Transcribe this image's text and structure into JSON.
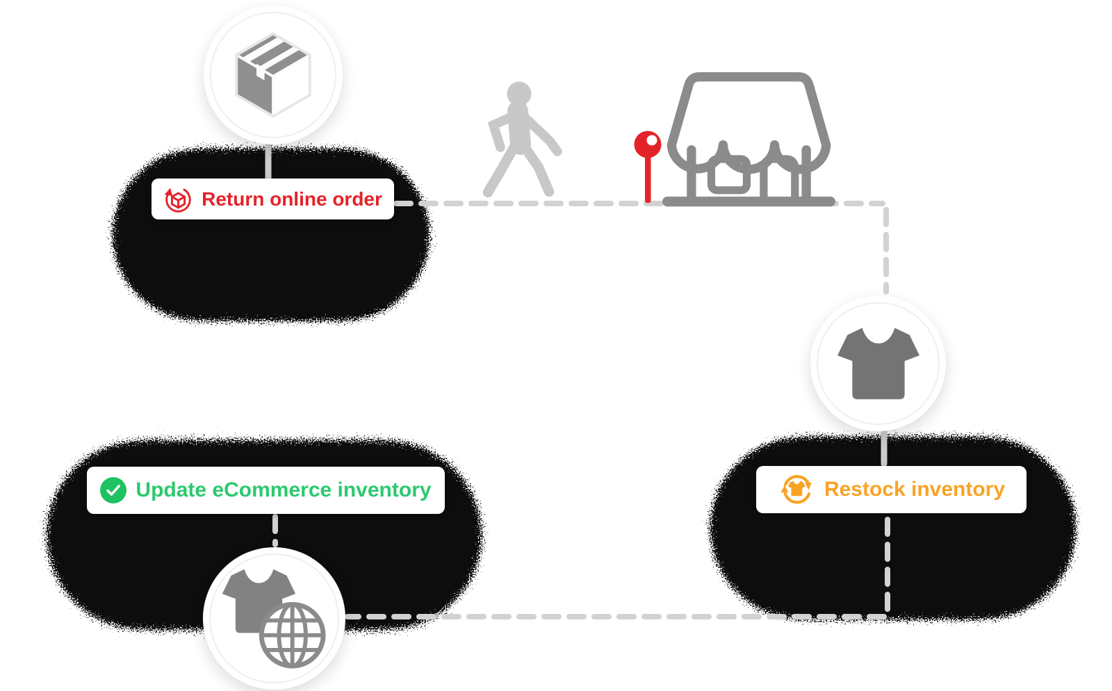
{
  "steps": {
    "return_order": {
      "label": "Return online order"
    },
    "update_ecommerce": {
      "label": "Update eCommerce inventory"
    },
    "restock": {
      "label": "Restock inventory"
    }
  },
  "colors": {
    "red": "#e42329",
    "orange": "#f9a326",
    "green": "#1fc261",
    "green-text": "#2cc96e",
    "dash": "#d2d2d2",
    "connector": "#cccccc",
    "icon-gray": "#8b8b8b",
    "person-gray": "#c8c8c8",
    "shirt-gray": "#747474",
    "shirt-gray-light": "#828282",
    "noise": "#101010"
  },
  "icons": {
    "package": "package-box-icon",
    "return": "return-order-icon",
    "check": "check-circle-icon",
    "restock": "restock-cycle-icon",
    "tshirt": "tshirt-icon",
    "tshirt_globe": "tshirt-globe-icon",
    "person": "walking-person-icon",
    "pin": "location-pin-icon",
    "store": "storefront-icon"
  }
}
